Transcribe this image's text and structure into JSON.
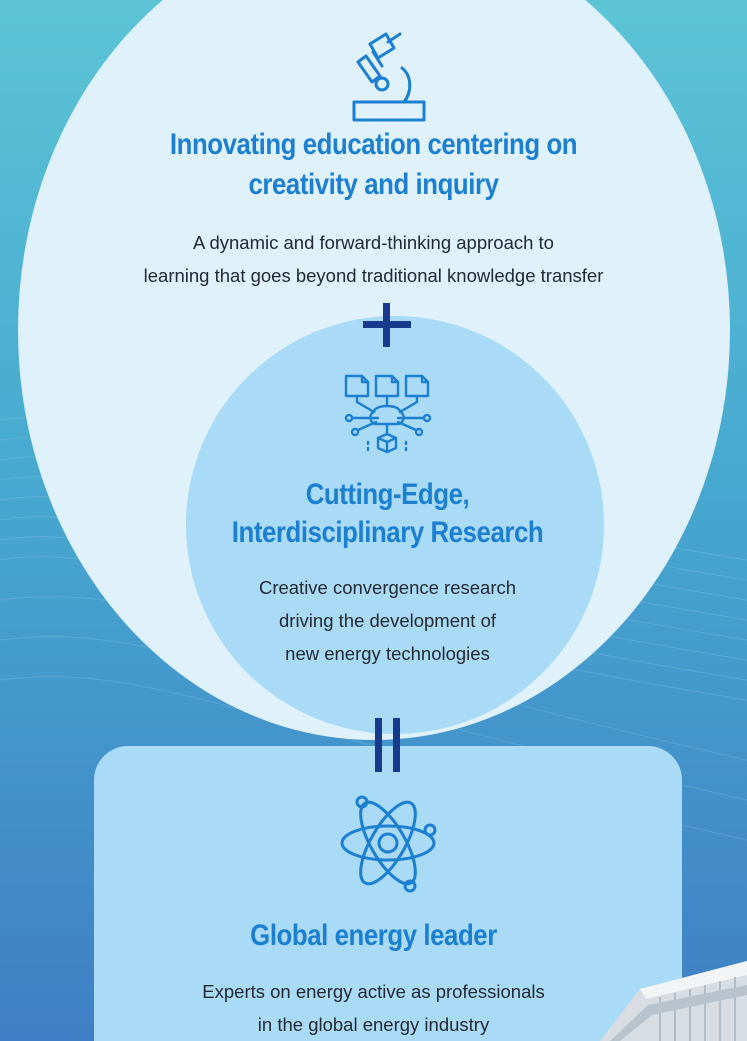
{
  "top_section": {
    "icon": "microscope-icon",
    "title_line1": "Innovating education centering on",
    "title_line2": "creativity and inquiry",
    "desc_line1": "A dynamic and forward-thinking approach to",
    "desc_line2": "learning that goes beyond traditional knowledge transfer"
  },
  "plus_symbol": "plus-icon",
  "middle_section": {
    "icon": "research-network-icon",
    "title_line1": "Cutting-Edge,",
    "title_line2": "Interdisciplinary Research",
    "desc_line1": "Creative convergence research",
    "desc_line2": "driving the development of",
    "desc_line3": "new energy technologies"
  },
  "equals_symbol": "equals-icon",
  "bottom_section": {
    "icon": "atom-icon",
    "title": "Global energy leader",
    "desc_line1": "Experts on energy active as professionals",
    "desc_line2": "in the global energy industry"
  },
  "colors": {
    "title_blue": "#1c7fd0",
    "symbol_navy": "#173a8c",
    "large_circle": "#dff1fb",
    "small_circle": "#a9daf6"
  }
}
